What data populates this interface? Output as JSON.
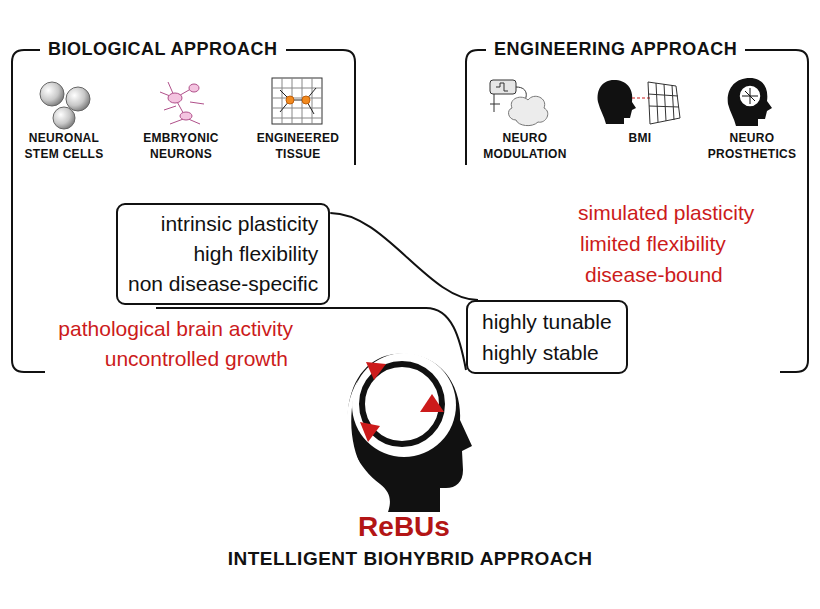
{
  "diagram": {
    "nodes": [
      {
        "text": [
          "BIOLOGICAL APPROACH"
        ]
      },
      {
        "text": [
          "ENGINEERING APPROACH"
        ]
      },
      {
        "text": [
          "intrinsic plasticity",
          "high flexibility",
          "non disease-specific"
        ],
        "in": 0
      },
      {
        "text": [
          "highly tunable",
          "highly stable"
        ]
      }
    ],
    "edges": [
      {
        "from": 2,
        "to": 3,
        "arrow": "none"
      }
    ],
    "labels": [
      "NEURONAL STEM CELLS",
      "EMBRYONIC NEURONS",
      "ENGINEERED TISSUE",
      "NEURO MODULATION",
      "BMI",
      "NEURO PROSTHETICS",
      "pathological brain activity",
      "uncontrolled growth",
      "simulated plasticity",
      "limited flexibility",
      "disease-bound",
      "ReBUs",
      "INTELLIGENT BIOHYBRID APPROACH"
    ]
  }
}
